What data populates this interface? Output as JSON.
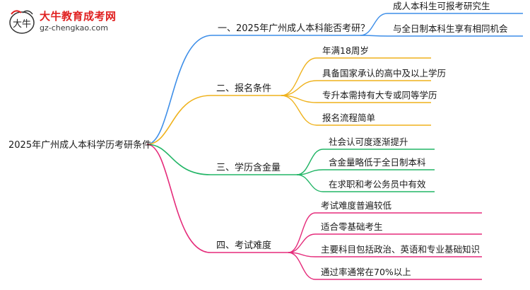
{
  "logo": {
    "title": "大牛教育成考网",
    "url": "gz-chengkao.com",
    "mark": "大牛"
  },
  "root": {
    "label": "2025年广州成人本科学历考研条件"
  },
  "colors": {
    "branch1": "#3d8ee8",
    "branch2": "#efb21c",
    "branch3": "#22b566",
    "branch4": "#e52c7b",
    "text": "#1a1a1a"
  },
  "branches": [
    {
      "label": "一、2025年广州成人本科能否考研？",
      "children": [
        "成人本科生可报考研究生",
        "与全日制本科生享有相同机会"
      ]
    },
    {
      "label": "二、报名条件",
      "children": [
        "年满18周岁",
        "具备国家承认的高中及以上学历",
        "专升本需持有大专或同等学历",
        "报名流程简单"
      ]
    },
    {
      "label": "三、学历含金量",
      "children": [
        "社会认可度逐渐提升",
        "含金量略低于全日制本科",
        "在求职和考公务员中有效"
      ]
    },
    {
      "label": "四、考试难度",
      "children": [
        "考试难度普遍较低",
        "适合零基础考生",
        "主要科目包括政治、英语和专业基础知识",
        "通过率通常在70%以上"
      ]
    }
  ]
}
